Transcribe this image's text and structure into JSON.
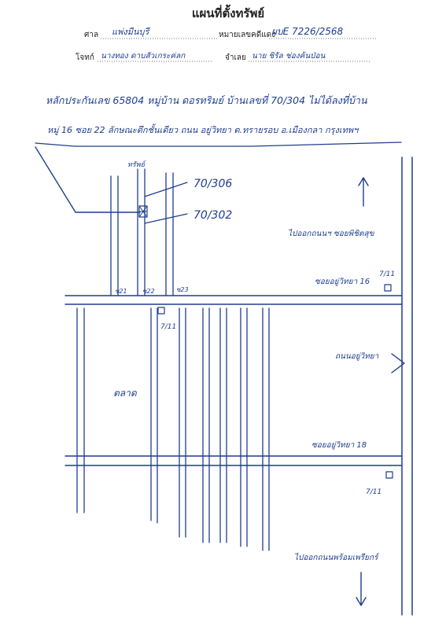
{
  "document": {
    "title": "แผนที่ตั้งทรัพย์",
    "form": {
      "court_label": "ศาล",
      "court_value": "แพ่งมีนบุรี",
      "case_no_label": "หมายเลขคดีแดง",
      "case_no_value": "ผบE 7226/2568",
      "plaintiff_label": "โจทก์",
      "plaintiff_value": "นางทอง ดาบสัวเกระค่ลก",
      "defendant_label": "จำเลย",
      "defendant_value": "นาย ชิรัล ช่องค้นป่อน"
    },
    "description": {
      "line1": "หลักประกันเลข 65804 หมู่บ้าน ดอรทริมย์ บ้านเลขที่ 70/304 ไม่ได้ลงที่บ้าน",
      "line2": "หมู่ 16 ซอย 22 ลักษณะตึกชั้นเดียว ถนน อยู่วิทยา ต.ทรายรอบ อ.เมืองกลา กรุงเทพฯ"
    }
  },
  "map": {
    "labels": {
      "property_point": "ทรัพย์",
      "lot_306": "70/306",
      "lot_302": "70/302",
      "soi_21": "ซ21",
      "soi_22": "ซ22",
      "soi_23": "ซ23",
      "soi_16": "ซอยอยู่วิทยา 16",
      "main_road": "ถนนอยู่วิทยา",
      "soi_18": "ซอยอยู่วิทยา 18",
      "market": "ตลาด",
      "to_north": "ไปออกถนนฯ ซอยพิชิตสุข",
      "to_south": "ไปออกถนนพร้อมเพรียกร์",
      "marker_1": "7/11",
      "marker_2": "7/11",
      "marker_3": "7/11"
    }
  }
}
